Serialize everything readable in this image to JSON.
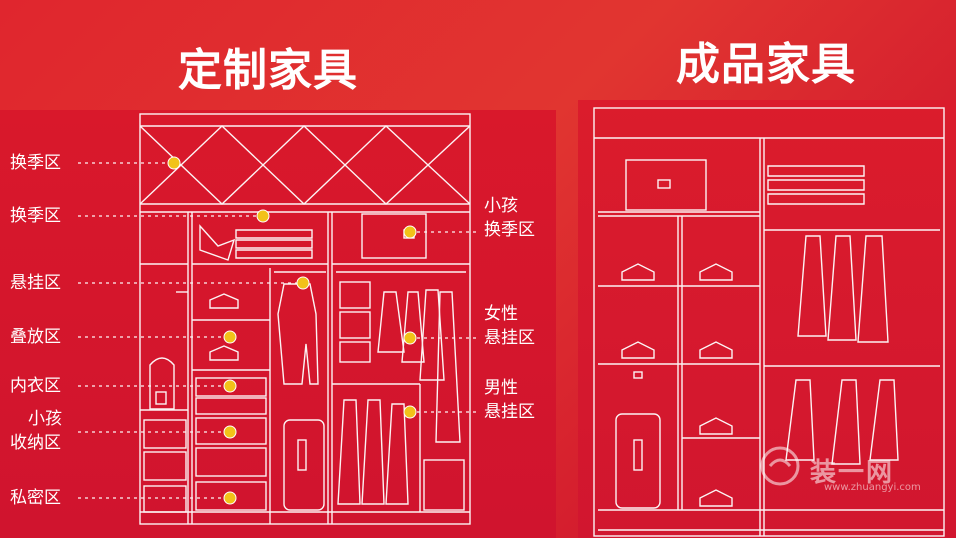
{
  "titles": {
    "custom": "定制家具",
    "finished": "成品家具"
  },
  "left_labels": [
    {
      "text": "换季区"
    },
    {
      "text": "换季区"
    },
    {
      "text": "悬挂区"
    },
    {
      "text": "叠放区"
    },
    {
      "text": "内衣区"
    },
    {
      "text": "小孩",
      "text2": "收纳区"
    },
    {
      "text": "私密区"
    }
  ],
  "right_labels": [
    {
      "text": "小孩",
      "text2": "换季区"
    },
    {
      "text": "女性",
      "text2": "悬挂区"
    },
    {
      "text": "男性",
      "text2": "悬挂区"
    }
  ],
  "watermark": {
    "cn": "装一网",
    "url": "www.zhuangyi.com"
  },
  "colors": {
    "background": "#d8202c",
    "line": "#ffffff",
    "marker": "#f2c219"
  }
}
